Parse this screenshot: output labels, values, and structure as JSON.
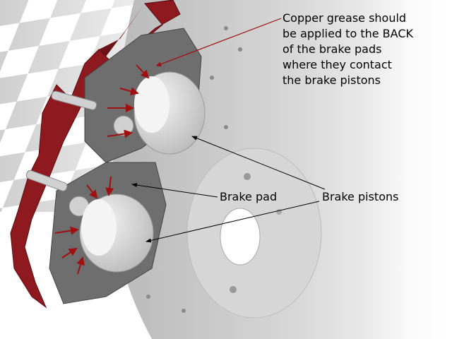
{
  "annotations": {
    "grease_note": [
      "Copper grease should",
      "be applied to the BACK",
      "of the brake pads",
      "where they contact",
      "the brake pistons"
    ],
    "brake_pad_label": "Brake pad",
    "brake_pistons_label": "Brake pistons"
  },
  "colors": {
    "caliper": "#8e1a1f",
    "arrow_red": "#a01010",
    "pad": "#6e6e6e",
    "rotor": "#cfcfcf"
  }
}
